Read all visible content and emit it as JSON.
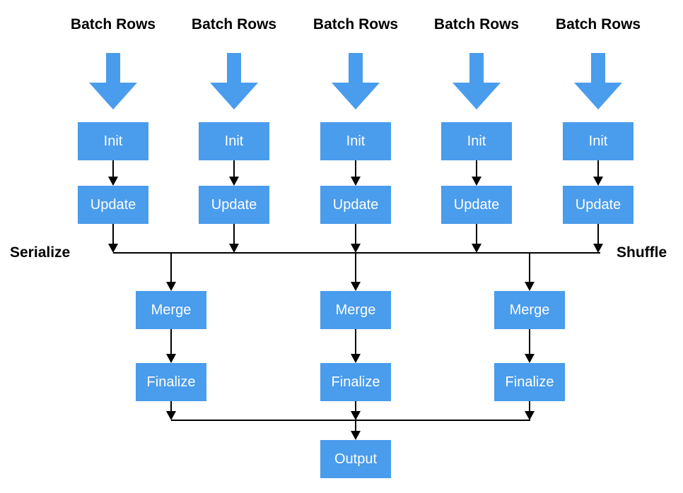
{
  "diagram": {
    "type": "dataflow-diagram",
    "colors": {
      "box_fill": "#4A9CEC",
      "box_text": "#FFFFFF",
      "connector": "#000000",
      "label_text": "#000000",
      "background": "#FFFFFF"
    },
    "input_columns": [
      {
        "input_label": "Batch Rows",
        "init_label": "Init",
        "update_label": "Update"
      },
      {
        "input_label": "Batch Rows",
        "init_label": "Init",
        "update_label": "Update"
      },
      {
        "input_label": "Batch Rows",
        "init_label": "Init",
        "update_label": "Update"
      },
      {
        "input_label": "Batch Rows",
        "init_label": "Init",
        "update_label": "Update"
      },
      {
        "input_label": "Batch Rows",
        "init_label": "Init",
        "update_label": "Update"
      }
    ],
    "serialize_label": "Serialize",
    "shuffle_label": "Shuffle",
    "merge_columns": [
      {
        "merge_label": "Merge",
        "finalize_label": "Finalize"
      },
      {
        "merge_label": "Merge",
        "finalize_label": "Finalize"
      },
      {
        "merge_label": "Merge",
        "finalize_label": "Finalize"
      }
    ],
    "output_label": "Output"
  }
}
